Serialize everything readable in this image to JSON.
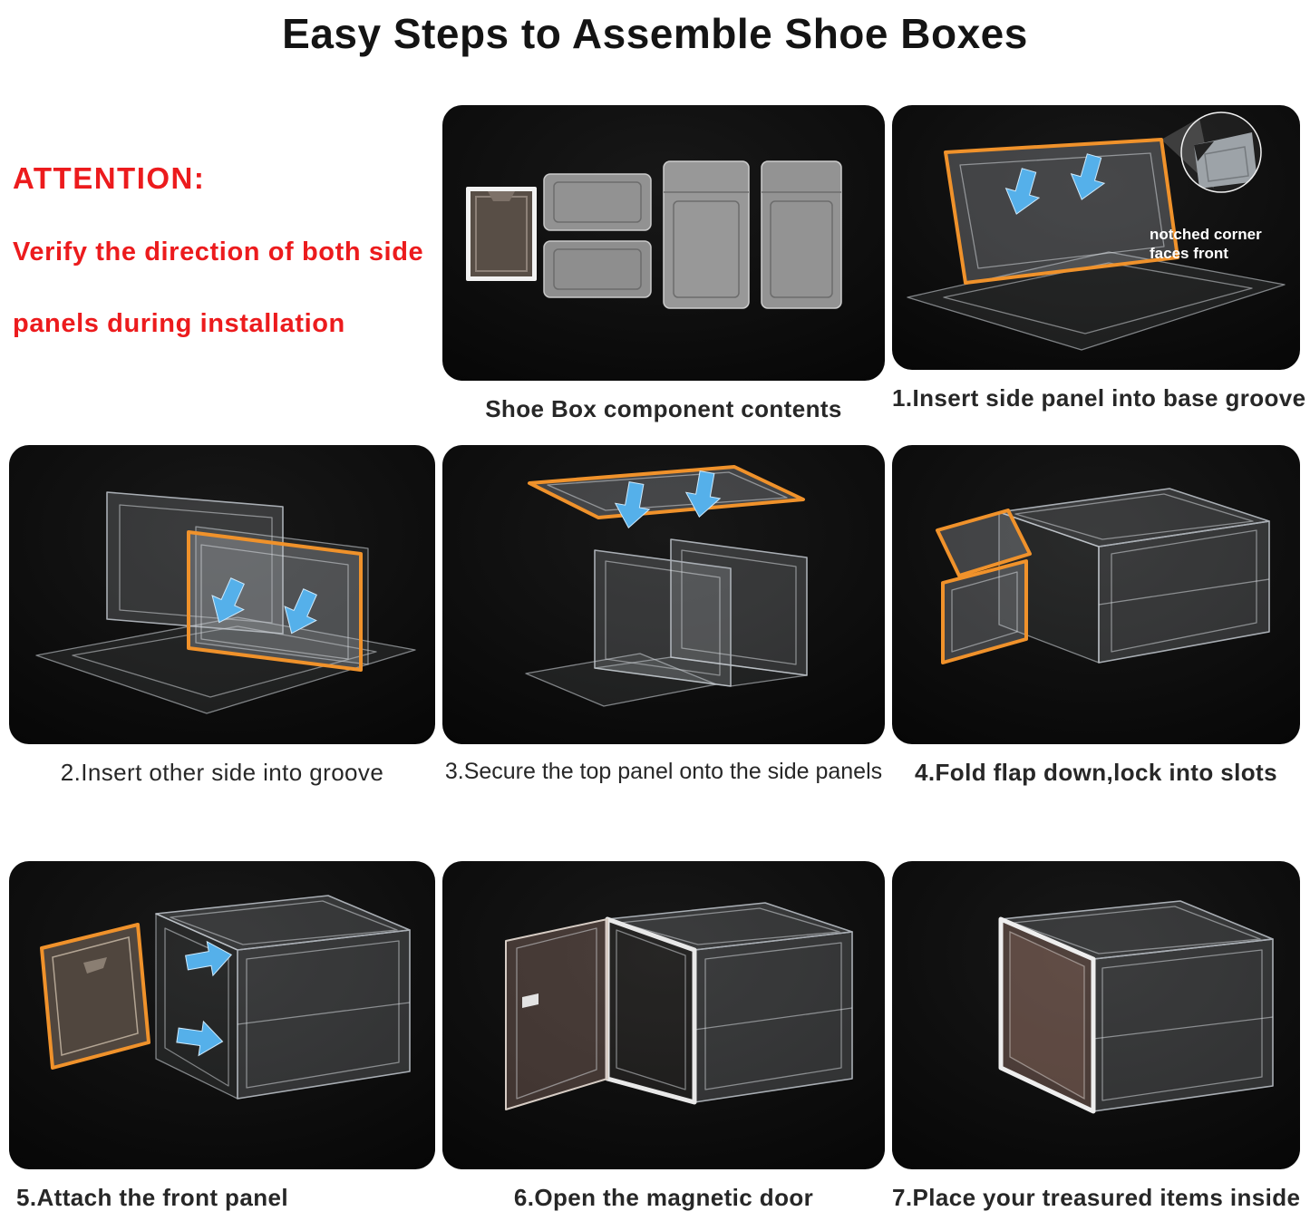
{
  "page": {
    "title": "Easy Steps to Assemble Shoe Boxes"
  },
  "attention": {
    "heading": "ATTENTION:",
    "line1": "Verify the direction of both side",
    "line2": "panels during installation"
  },
  "panels": [
    {
      "id": "components",
      "caption": "Shoe Box component contents"
    },
    {
      "id": "step-1",
      "caption": "1.Insert side panel into base groove",
      "note": {
        "line1": "notched corner",
        "line2": "faces front"
      }
    },
    {
      "id": "step-2",
      "caption": "2.Insert other side into groove"
    },
    {
      "id": "step-3",
      "caption": "3.Secure the top panel onto the side panels"
    },
    {
      "id": "step-4",
      "caption": "4.Fold flap down,lock into slots"
    },
    {
      "id": "step-5",
      "caption": "5.Attach the front panel"
    },
    {
      "id": "step-6",
      "caption": "6.Open the magnetic door"
    },
    {
      "id": "step-7",
      "caption": "7.Place your treasured items inside"
    }
  ],
  "colors": {
    "attention_red": "#ec1b1d",
    "highlight_orange": "#f0922b",
    "arrow_blue": "#55b0ea",
    "panel_background": "#070707"
  }
}
